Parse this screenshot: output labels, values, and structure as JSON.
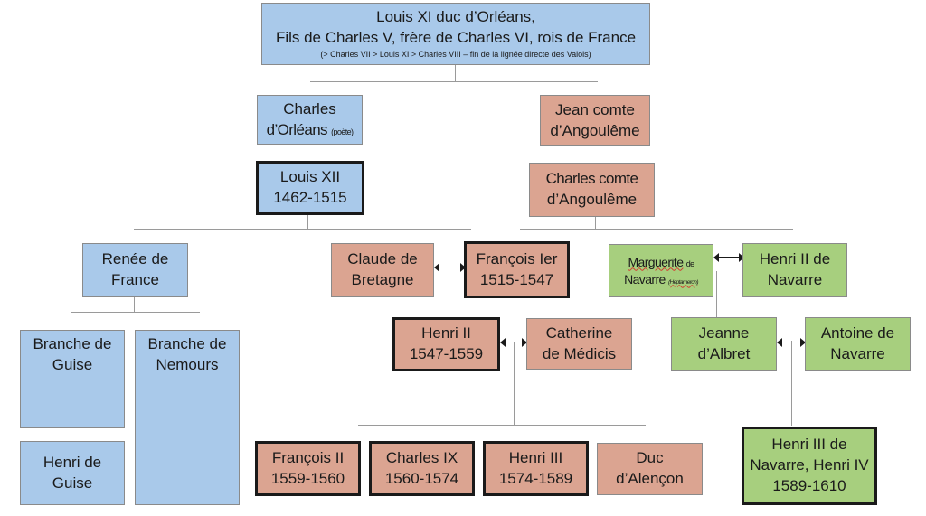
{
  "root": {
    "line1": "Louis XI duc d’Orléans,",
    "line2": "Fils de Charles V, frère de Charles VI, rois de France",
    "line3": "(> Charles VII > Louis XI > Charles VIII – fin de la lignée directe des Valois)"
  },
  "charles_orleans": {
    "line1": "Charles",
    "line2": "d’Orléans",
    "note": "(poète)"
  },
  "jean_angouleme": {
    "line1": "Jean comte",
    "line2": "d’Angoulême"
  },
  "louis_xii": {
    "line1": "Louis XII",
    "line2": "1462-1515"
  },
  "charles_angouleme": {
    "line1": "Charles comte",
    "line2": "d’Angoulême"
  },
  "renee": {
    "line1": "Renée de",
    "line2": "France"
  },
  "claude": {
    "line1": "Claude de",
    "line2": "Bretagne"
  },
  "francois_i": {
    "line1": "François Ier",
    "line2": "1515-1547"
  },
  "marguerite": {
    "name1": "Marguerite",
    "suffix1": "de",
    "name2": "Navarre",
    "note": "(Heptameron)"
  },
  "henri_ii_navarre": {
    "line1": "Henri II de",
    "line2": "Navarre"
  },
  "guise": {
    "line1": "Branche de",
    "line2": "Guise"
  },
  "nemours": {
    "line1": "Branche de",
    "line2": "Nemours"
  },
  "henri_ii": {
    "line1": "Henri II",
    "line2": "1547-1559"
  },
  "catherine": {
    "line1": "Catherine",
    "line2": "de Médicis"
  },
  "jeanne": {
    "line1": "Jeanne",
    "line2": "d’Albret"
  },
  "antoine": {
    "line1": "Antoine de",
    "line2": "Navarre"
  },
  "henri_guise": {
    "line1": "Henri de",
    "line2": "Guise"
  },
  "francois_ii": {
    "line1": "François II",
    "line2": "1559-1560"
  },
  "charles_ix": {
    "line1": "Charles IX",
    "line2": "1560-1574"
  },
  "henri_iii": {
    "line1": "Henri III",
    "line2": "1574-1589"
  },
  "alencon": {
    "line1": "Duc",
    "line2": "d’Alençon"
  },
  "henri_iv": {
    "line1": "Henri III de",
    "line2": "Navarre, Henri IV",
    "line3": "1589-1610"
  },
  "colors": {
    "blue": "#a9c9ea",
    "salmon": "#dba491",
    "green": "#a7cf7e",
    "border_thick": "#1a1a1a"
  }
}
